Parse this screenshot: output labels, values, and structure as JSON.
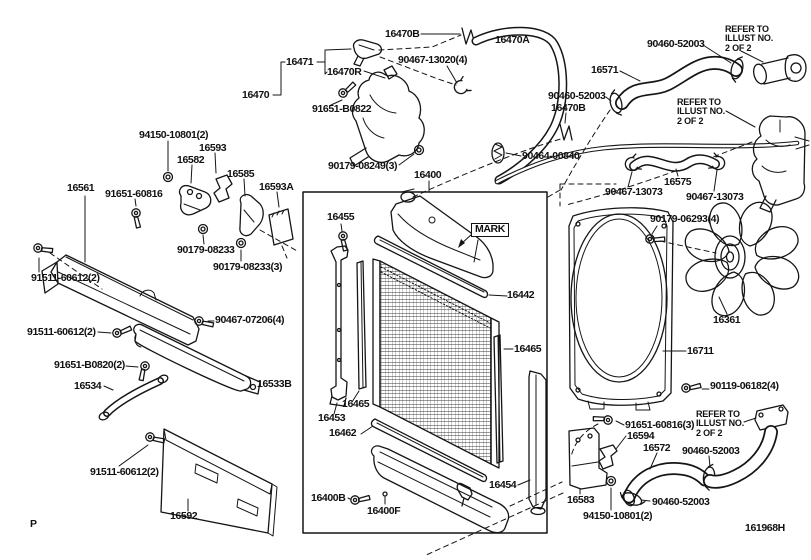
{
  "diagram": {
    "colors": {
      "ink": "#151515",
      "background": "#ffffff"
    },
    "labels": [
      {
        "text": "16470B"
      },
      {
        "text": "16470A"
      },
      {
        "text": "16471"
      },
      {
        "text": "90467-13020(4)"
      },
      {
        "text": "16470R"
      },
      {
        "text": "16470"
      },
      {
        "text": "91651-B0822"
      },
      {
        "text": "90179-08249(3)"
      },
      {
        "text": "16400"
      },
      {
        "text": "90460-52003"
      },
      {
        "text": "REFER TO\nILLUST NO.\n2 OF 2"
      },
      {
        "text": "16571"
      },
      {
        "text": "90460-52003"
      },
      {
        "text": "16470B"
      },
      {
        "text": "REFER TO\nILLUST NO.\n2 OF 2"
      },
      {
        "text": "90464-00840"
      },
      {
        "text": "90467-13073"
      },
      {
        "text": "16575"
      },
      {
        "text": "90467-13073"
      },
      {
        "text": "90179-06293(4)"
      },
      {
        "text": "16361"
      },
      {
        "text": "16711"
      },
      {
        "text": "90119-06182(4)"
      },
      {
        "text": "REFER TO\nILLUST NO.\n2 OF 2"
      },
      {
        "text": "91651-60816(3)"
      },
      {
        "text": "16594"
      },
      {
        "text": "16572"
      },
      {
        "text": "90460-52003"
      },
      {
        "text": "16583"
      },
      {
        "text": "90460-52003"
      },
      {
        "text": "94150-10801(2)"
      },
      {
        "text": "161968H"
      },
      {
        "text": "94150-10801(2)"
      },
      {
        "text": "16593"
      },
      {
        "text": "16582"
      },
      {
        "text": "16585"
      },
      {
        "text": "16593A"
      },
      {
        "text": "16561"
      },
      {
        "text": "91651-60816"
      },
      {
        "text": "90179-08233"
      },
      {
        "text": "90179-08233(3)"
      },
      {
        "text": "91511-60612(2)"
      },
      {
        "text": "90467-07206(4)"
      },
      {
        "text": "91511-60612(2)"
      },
      {
        "text": "91651-B0820(2)"
      },
      {
        "text": "16534"
      },
      {
        "text": "16533B"
      },
      {
        "text": "91511-60612(2)"
      },
      {
        "text": "16592"
      },
      {
        "text": "P"
      },
      {
        "text": "16455"
      },
      {
        "text": "16442"
      },
      {
        "text": "16465"
      },
      {
        "text": "16465"
      },
      {
        "text": "16453"
      },
      {
        "text": "16462"
      },
      {
        "text": "16454"
      },
      {
        "text": "16400B"
      },
      {
        "text": "16400F"
      },
      {
        "text": "MARK"
      }
    ]
  }
}
